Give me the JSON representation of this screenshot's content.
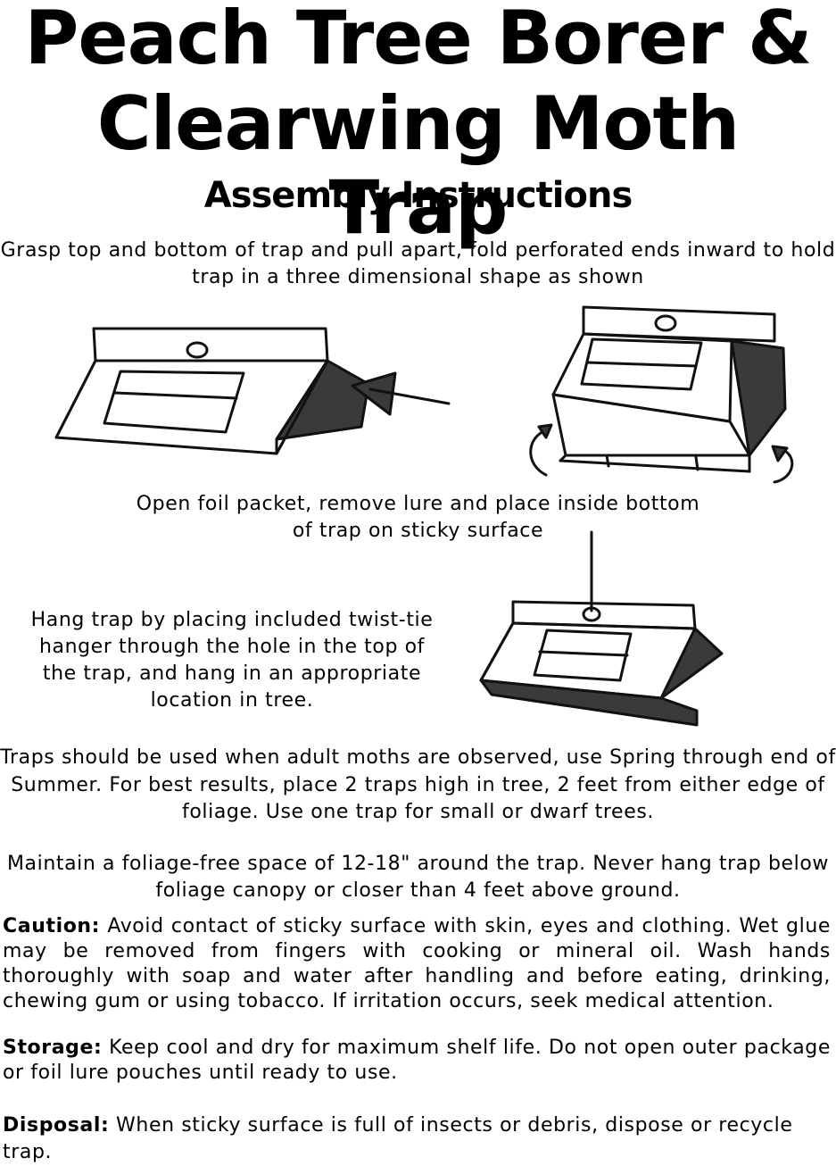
{
  "title_line1": "Peach Tree Borer &",
  "title_line2": "Clearwing Moth Trap",
  "subtitle": "Assembly Instructions",
  "step1": "Grasp top and bottom of trap and pull apart, fold perforated ends inward to hold trap in a three dimensional shape as shown",
  "step2_line1": "Open foil packet, remove lure and place inside bottom",
  "step2_line2": "of trap on sticky surface",
  "step3_line1": "Hang trap by placing included twist-tie",
  "step3_line2": "hanger through the hole in the top of",
  "step3_line3": "the trap, and hang in an appropriate",
  "step3_line4": "location in tree.",
  "usage": "Traps should be used when adult moths are observed, use Spring through end of Summer. For best results, place 2 traps high in tree, 2 feet from either edge of foliage.  Use one trap for small or dwarf trees.",
  "maintain": "Maintain a foliage-free space of 12-18\" around the trap.  Never hang trap below foliage canopy or closer than 4 feet above ground.",
  "caution_label": "Caution:",
  "caution_text": "Avoid contact of sticky surface with skin, eyes and clothing.  Wet glue may be removed from fingers with cooking or mineral oil. Wash hands thoroughly with soap and water after handling and before eating, drinking, chewing gum or using tobacco.  If irritation occurs, seek medical attention.",
  "storage_label": "Storage:",
  "storage_text": "Keep cool and dry for maximum shelf life. Do not open outer package or foil lure pouches until ready to use.",
  "disposal_label": "Disposal:",
  "disposal_text": "When sticky surface is full of insects or debris, dispose or recycle trap."
}
